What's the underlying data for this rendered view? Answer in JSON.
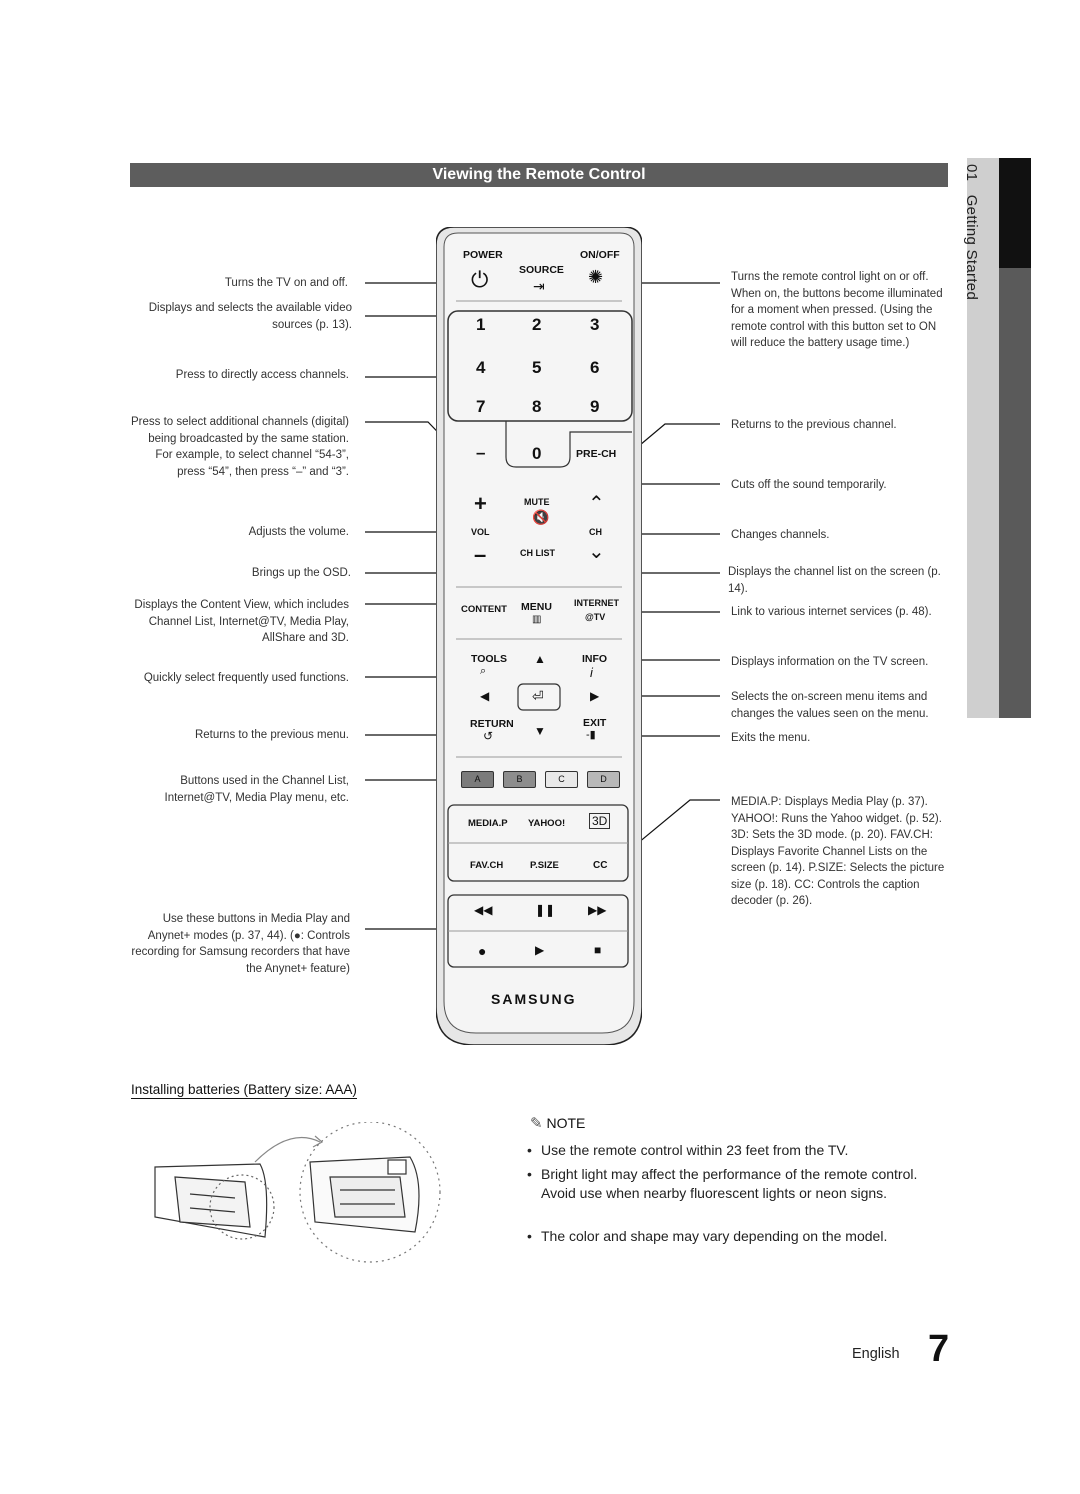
{
  "section_title": "Viewing the Remote Control",
  "side_tab": {
    "number": "01",
    "label": "Getting Started"
  },
  "left_annotations": [
    {
      "text": "Turns the TV on and off."
    },
    {
      "text": "Displays and selects the available video sources (p. 13)."
    },
    {
      "text": "Press to directly access channels."
    },
    {
      "text": "Press to select additional channels (digital) being broadcasted by the same station. For example, to select channel “54-3”, press “54”, then press “–” and “3”."
    },
    {
      "text": "Adjusts the volume."
    },
    {
      "text": "Brings up the OSD."
    },
    {
      "text": "Displays the Content View, which includes Channel List, Internet@TV, Media Play, AllShare and 3D."
    },
    {
      "text": "Quickly select frequently used functions."
    },
    {
      "text": "Returns to the previous menu."
    },
    {
      "text": "Buttons used in the Channel List, Internet@TV, Media Play menu, etc."
    },
    {
      "text": "Use these buttons in Media Play and Anynet+ modes (p. 37, 44). (●: Controls recording for Samsung recorders that have the Anynet+ feature)"
    }
  ],
  "right_annotations": [
    {
      "text": "Turns the remote control light on or off. When on, the buttons become illuminated for a moment when pressed. (Using the remote control with this button set to ON will reduce the battery usage time.)"
    },
    {
      "text": "Returns to the previous channel."
    },
    {
      "text": "Cuts off the sound temporarily."
    },
    {
      "text": "Changes channels."
    },
    {
      "text": "Displays the channel list on the screen (p. 14)."
    },
    {
      "text": "Link to various internet services (p. 48)."
    },
    {
      "text": "Displays information on the TV screen."
    },
    {
      "text": "Selects the on-screen menu items and changes the values seen on the menu."
    },
    {
      "text": "Exits the menu."
    },
    {
      "text": "MEDIA.P: Displays Media Play (p. 37). YAHOO!: Runs the Yahoo widget. (p. 52). 3D: Sets the 3D mode. (p. 20). FAV.CH: Displays Favorite Channel Lists on the screen (p. 14). P.SIZE: Selects the picture size (p. 18). CC: Controls the caption decoder (p. 26)."
    }
  ],
  "remote": {
    "power": "POWER",
    "onoff": "ON/OFF",
    "source": "SOURCE",
    "digits": [
      "1",
      "2",
      "3",
      "4",
      "5",
      "6",
      "7",
      "8",
      "9",
      "0"
    ],
    "dash": "–",
    "prech": "PRE-CH",
    "mute": "MUTE",
    "vol": "VOL",
    "ch": "CH",
    "chlist": "CH LIST",
    "content": "CONTENT",
    "menu": "MENU",
    "internet": "INTERNET",
    "attv": "@TV",
    "tools": "TOOLS",
    "info": "INFO",
    "return": "RETURN",
    "exit": "EXIT",
    "color_buttons": [
      "A",
      "B",
      "C",
      "D"
    ],
    "mediap": "MEDIA.P",
    "yahoo": "YAHOO!",
    "favch": "FAV.CH",
    "psize": "P.SIZE",
    "cc": "CC",
    "brand": "SAMSUNG"
  },
  "battery_heading": "Installing batteries (Battery size: AAA)",
  "note": {
    "label": "NOTE",
    "items": [
      "Use the remote control within 23 feet from the TV.",
      "Bright light may affect the performance of the remote control. Avoid use when nearby fluorescent lights or neon signs.",
      "The color and shape may vary depending on the model."
    ]
  },
  "footer": {
    "language": "English",
    "page": "7"
  }
}
